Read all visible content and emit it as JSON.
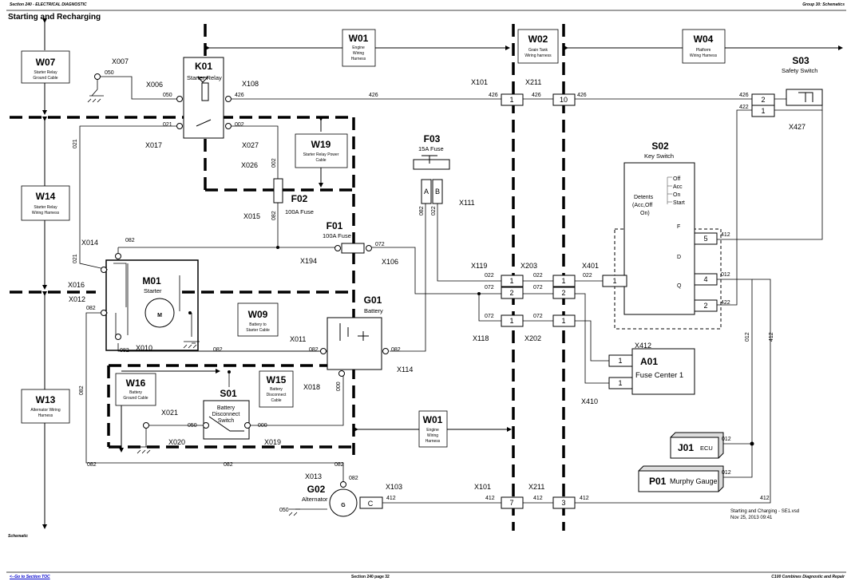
{
  "header": {
    "section": "Section 240 - ELECTRICAL DIAGNOSTIC",
    "group": "Group 30: Schematics",
    "title": "Starting and Recharging"
  },
  "footer": {
    "caption": "Schematic",
    "toc_link": "<--Go to Section TOC",
    "page": "Section 240 page 32",
    "manual": "C100 Combines Diagnostic and Repair"
  },
  "harness_boxes": {
    "w07": {
      "id": "W07",
      "lines": [
        "Starter Relay",
        "Ground Cable"
      ]
    },
    "w14": {
      "id": "W14",
      "lines": [
        "Starter Relay",
        "Wiring Harness"
      ]
    },
    "w13": {
      "id": "W13",
      "lines": [
        "Alternator Wiring",
        "Harness"
      ]
    },
    "w01_top": {
      "id": "W01",
      "lines": [
        "Engine",
        "Wiring",
        "Harness"
      ]
    },
    "w02": {
      "id": "W02",
      "lines": [
        "Grain Tank",
        "Wiring harness"
      ]
    },
    "w04": {
      "id": "W04",
      "lines": [
        "Platform",
        "Wiring Harness"
      ]
    },
    "w19": {
      "id": "W19",
      "lines": [
        "Starter Relay Power",
        "Cable"
      ]
    },
    "w09": {
      "id": "W09",
      "lines": [
        "Battery to",
        "Starter Cable"
      ]
    },
    "w16": {
      "id": "W16",
      "lines": [
        "Battery",
        "Ground Cable"
      ]
    },
    "w15": {
      "id": "W15",
      "lines": [
        "Battery",
        "Disconnect",
        "Cable"
      ]
    },
    "w01_bot": {
      "id": "W01",
      "lines": [
        "Engine",
        "Wiring",
        "Harness"
      ]
    }
  },
  "components": {
    "k01": {
      "id": "K01",
      "name": "Starter Relay"
    },
    "f02": {
      "id": "F02",
      "name": "100A Fuse"
    },
    "f01": {
      "id": "F01",
      "name": "100A Fuse"
    },
    "f03": {
      "id": "F03",
      "name": "15A Fuse",
      "a": "A",
      "b": "B"
    },
    "m01": {
      "id": "M01",
      "name": "Starter",
      "symbol": "M"
    },
    "g01": {
      "id": "G01",
      "name": "Battery"
    },
    "s01": {
      "id": "S01",
      "lines": [
        "Battery",
        "Disconnect",
        "Switch"
      ]
    },
    "g02": {
      "id": "G02",
      "name": "Alternator",
      "symbol": "G",
      "term": "C"
    },
    "s03": {
      "id": "S03",
      "name": "Safety Switch"
    },
    "s02": {
      "id": "S02",
      "name": "Key Switch",
      "positions": [
        "Off",
        "Acc",
        "On",
        "Start"
      ],
      "detents": [
        "Detents",
        "(Acc,Off",
        "On)"
      ],
      "letters": [
        "F",
        "D",
        "Q"
      ]
    },
    "a01": {
      "id": "A01",
      "name": "Fuse Center 1"
    },
    "j01": {
      "id": "J01",
      "name": "ECU"
    },
    "p01": {
      "id": "P01",
      "name": "Murphy Gauge"
    }
  },
  "connectors": {
    "x007": "X007",
    "x006": "X006",
    "x108": "X108",
    "x017": "X017",
    "x027": "X027",
    "x026": "X026",
    "x015": "X015",
    "x014": "X014",
    "x016": "X016",
    "x012": "X012",
    "x010": "X010",
    "x194": "X194",
    "x106": "X106",
    "x011": "X011",
    "x114": "X114",
    "x018": "X018",
    "x021": "X021",
    "x020": "X020",
    "x019": "X019",
    "x013": "X013",
    "x103": "X103",
    "x101a": "X101",
    "x211a": "X211",
    "x101b": "X101",
    "x211b": "X211",
    "x119": "X119",
    "x203": "X203",
    "x401": "X401",
    "x118": "X118",
    "x202": "X202",
    "x111": "X111",
    "x427": "X427",
    "x412": "X412",
    "x410": "X410"
  },
  "wires": {
    "w050a": "050",
    "w050b": "050",
    "w050c": "050",
    "w050d": "050",
    "w426a": "426",
    "w426b": "426",
    "w426c": "426",
    "w426d": "426",
    "w426e": "426",
    "w021a": "021",
    "w021b": "021",
    "w002a": "002",
    "w002b": "002",
    "w082a": "082",
    "w082b": "082",
    "w082c": "082",
    "w082d": "082",
    "w082e": "082",
    "w082f": "082",
    "w082g": "082",
    "w082h": "082",
    "w082i": "082",
    "w082j": "082",
    "w082k": "082",
    "w072a": "072",
    "w072b": "072",
    "w072c": "072",
    "w072d": "072",
    "w072e": "072",
    "w022a": "022",
    "w022b": "022",
    "w022c": "022",
    "w022d": "022",
    "w000a": "000",
    "w000b": "000",
    "w412a": "412",
    "w412b": "412",
    "w412c": "412",
    "w412d": "412",
    "w412e": "412",
    "w412f": "412",
    "w012a": "012",
    "w012b": "012",
    "w012c": "012",
    "w012d": "012",
    "w422a": "422",
    "w422b": "422"
  },
  "pins": {
    "p1a": "1",
    "p10": "10",
    "p2a": "2",
    "p1b": "1",
    "p2b": "2",
    "p1c": "1",
    "p2c": "2",
    "p1d": "1",
    "p1e": "1",
    "p1f": "1",
    "p1g": "1",
    "p1h": "1",
    "p7": "7",
    "p3": "3",
    "p5": "5",
    "p4": "4",
    "p2d": "2",
    "p2s": "2",
    "p1s": "1"
  },
  "file_note": [
    "Starting and Charging - SE1.vsd",
    "Nov 25, 2013  09:41"
  ]
}
